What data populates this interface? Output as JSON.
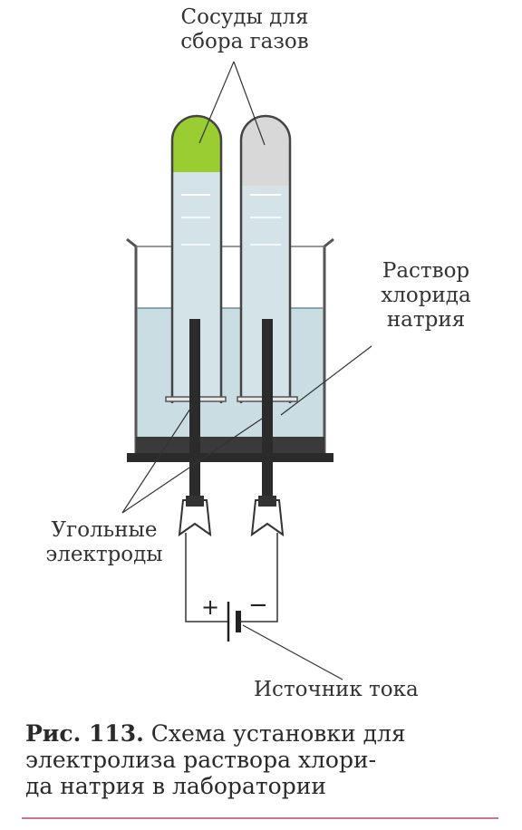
{
  "labels": {
    "gas_vessels_1": "Сосуды для",
    "gas_vessels_2": "сбора газов",
    "solution_1": "Раствор",
    "solution_2": "хлорида",
    "solution_3": "натрия",
    "electrodes_1": "Угольные",
    "electrodes_2": "электроды",
    "power_source": "Источник тока",
    "plus": "+",
    "minus": "−"
  },
  "caption": {
    "figure": "Рис. 113.",
    "line1": " Схема установки для",
    "line2": "электролиза раствора хлори-",
    "line3": "да натрия в лаборатории"
  },
  "colors": {
    "chlorine_gas": "#9acd32",
    "hydrogen_gas": "#d8d8d8",
    "solution": "#c9dde3",
    "electrode": "#2b2b2b",
    "caption_rule": "#c9778f"
  }
}
